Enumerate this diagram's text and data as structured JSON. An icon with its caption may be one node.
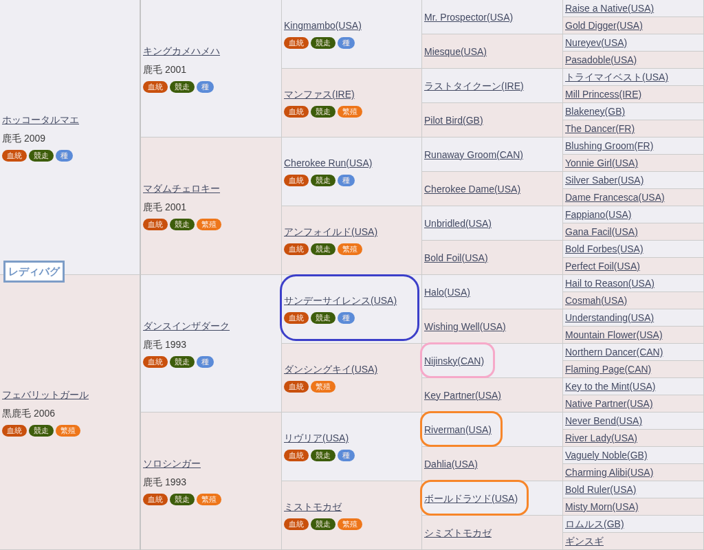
{
  "diagram": {
    "nodes": [
      {
        "text": [
          "レディバグ"
        ]
      },
      {
        "text": [
          "ホッコータルマエ",
          "鹿毛 2009",
          "血統",
          "競走",
          "種"
        ]
      },
      {
        "text": [
          "キングカメハメハ",
          "鹿毛 2001",
          "血統",
          "競走",
          "種"
        ]
      },
      {
        "text": [
          "Kingmambo(USA)",
          "血統",
          "競走",
          "種"
        ]
      },
      {
        "text": [
          "Mr. Prospector(USA)"
        ]
      },
      {
        "text": [
          "Raise a Native(USA)"
        ]
      },
      {
        "text": [
          "Gold Digger(USA)"
        ]
      },
      {
        "text": [
          "Miesque(USA)"
        ]
      },
      {
        "text": [
          "Nureyev(USA)"
        ]
      },
      {
        "text": [
          "Pasadoble(USA)"
        ]
      },
      {
        "text": [
          "マンファス(IRE)",
          "血統",
          "競走",
          "繁殖"
        ]
      },
      {
        "text": [
          "ラストタイクーン(IRE)"
        ]
      },
      {
        "text": [
          "トライマイベスト(USA)"
        ]
      },
      {
        "text": [
          "Mill Princess(IRE)"
        ]
      },
      {
        "text": [
          "Pilot Bird(GB)"
        ]
      },
      {
        "text": [
          "Blakeney(GB)"
        ]
      },
      {
        "text": [
          "The Dancer(FR)"
        ]
      },
      {
        "text": [
          "マダムチェロキー",
          "鹿毛 2001",
          "血統",
          "競走",
          "繁殖"
        ]
      },
      {
        "text": [
          "Cherokee Run(USA)",
          "血統",
          "競走",
          "種"
        ]
      },
      {
        "text": [
          "Runaway Groom(CAN)"
        ]
      },
      {
        "text": [
          "Blushing Groom(FR)"
        ]
      },
      {
        "text": [
          "Yonnie Girl(USA)"
        ]
      },
      {
        "text": [
          "Cherokee Dame(USA)"
        ]
      },
      {
        "text": [
          "Silver Saber(USA)"
        ]
      },
      {
        "text": [
          "Dame Francesca(USA)"
        ]
      },
      {
        "text": [
          "アンフォイルド(USA)",
          "血統",
          "競走",
          "繁殖"
        ]
      },
      {
        "text": [
          "Unbridled(USA)"
        ]
      },
      {
        "text": [
          "Fappiano(USA)"
        ]
      },
      {
        "text": [
          "Gana Facil(USA)"
        ]
      },
      {
        "text": [
          "Bold Foil(USA)"
        ]
      },
      {
        "text": [
          "Bold Forbes(USA)"
        ]
      },
      {
        "text": [
          "Perfect Foil(USA)"
        ]
      },
      {
        "text": [
          "フェバリットガール",
          "黒鹿毛 2006",
          "血統",
          "競走",
          "繁殖"
        ]
      },
      {
        "text": [
          "ダンスインザダーク",
          "鹿毛 1993",
          "血統",
          "競走",
          "種"
        ]
      },
      {
        "text": [
          "サンデーサイレンス(USA)",
          "血統",
          "競走",
          "種"
        ]
      },
      {
        "text": [
          "Halo(USA)"
        ]
      },
      {
        "text": [
          "Hail to Reason(USA)"
        ]
      },
      {
        "text": [
          "Cosmah(USA)"
        ]
      },
      {
        "text": [
          "Wishing Well(USA)"
        ]
      },
      {
        "text": [
          "Understanding(USA)"
        ]
      },
      {
        "text": [
          "Mountain Flower(USA)"
        ]
      },
      {
        "text": [
          "ダンシングキイ(USA)",
          "血統",
          "繁殖"
        ]
      },
      {
        "text": [
          "Nijinsky(CAN)"
        ]
      },
      {
        "text": [
          "Northern Dancer(CAN)"
        ]
      },
      {
        "text": [
          "Flaming Page(CAN)"
        ]
      },
      {
        "text": [
          "Key Partner(USA)"
        ]
      },
      {
        "text": [
          "Key to the Mint(USA)"
        ]
      },
      {
        "text": [
          "Native Partner(USA)"
        ]
      },
      {
        "text": [
          "ソロシンガー",
          "鹿毛 1993",
          "血統",
          "競走",
          "繁殖"
        ]
      },
      {
        "text": [
          "リヴリア(USA)",
          "血統",
          "競走",
          "種"
        ]
      },
      {
        "text": [
          "Riverman(USA)"
        ]
      },
      {
        "text": [
          "Never Bend(USA)"
        ]
      },
      {
        "text": [
          "River Lady(USA)"
        ]
      },
      {
        "text": [
          "Dahlia(USA)"
        ]
      },
      {
        "text": [
          "Vaguely Noble(GB)"
        ]
      },
      {
        "text": [
          "Charming Alibi(USA)"
        ]
      },
      {
        "text": [
          "ミストモカゼ",
          "血統",
          "競走",
          "繁殖"
        ]
      },
      {
        "text": [
          "ボールドラツド(USA)"
        ]
      },
      {
        "text": [
          "Bold Ruler(USA)"
        ]
      },
      {
        "text": [
          "Misty Morn(USA)"
        ]
      },
      {
        "text": [
          "シミズトモカゼ"
        ]
      },
      {
        "text": [
          "ロムルス(GB)"
        ]
      },
      {
        "text": [
          "ギンスギ"
        ]
      }
    ]
  }
}
